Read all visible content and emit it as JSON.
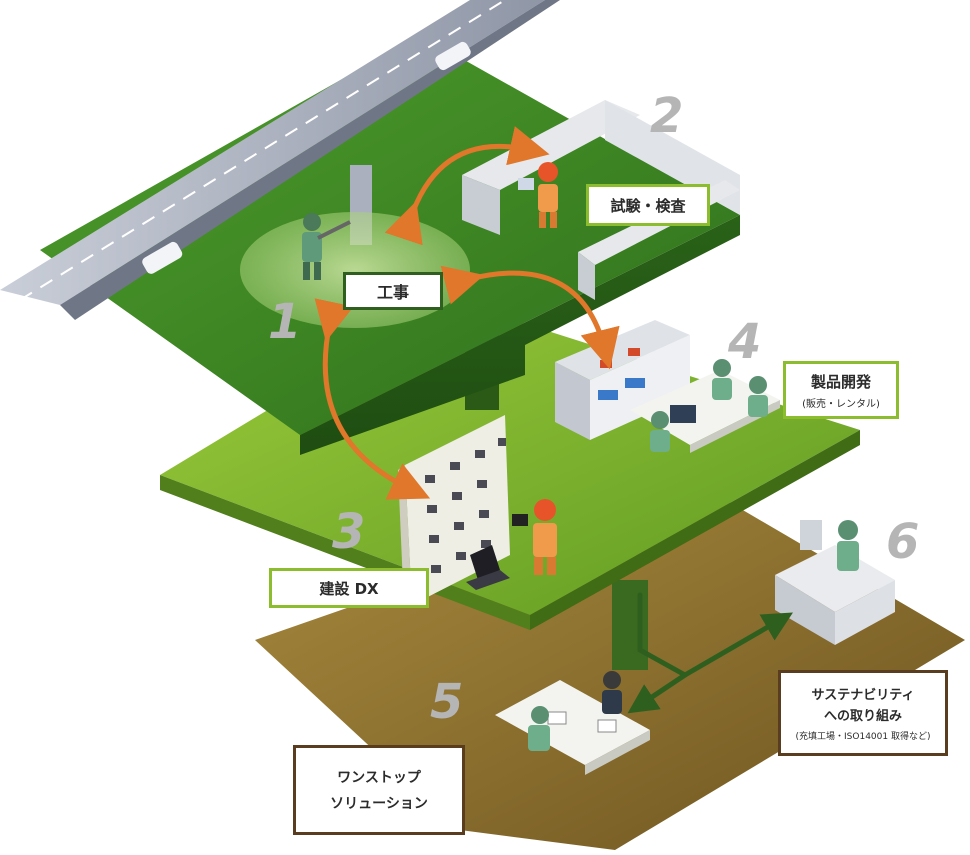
{
  "steps": [
    {
      "number": "1",
      "label": "工事"
    },
    {
      "number": "2",
      "label": "試験・検査"
    },
    {
      "number": "3",
      "label": "建設 DX"
    },
    {
      "number": "4",
      "label": "製品開発",
      "sublabel": "(販売・レンタル)"
    },
    {
      "number": "5",
      "label_line1": "ワンストップ",
      "label_line2": "ソリューション"
    },
    {
      "number": "6",
      "label_line1": "サステナビリティ",
      "label_line2": "への取り組み",
      "sublabel": "(充填工場・ISO14001 取得など)"
    }
  ],
  "colors": {
    "upper_plate": "#3f8a26",
    "middle_plate": "#7fb22d",
    "lower_plate": "#8a6a2a",
    "arrow_orange": "#e0772a",
    "arrow_dark_green": "#2f5f1f",
    "number_grey": "#b5b5b5",
    "label_green_border": "#8cbd2f",
    "label_brown_border": "#5a3c1e"
  }
}
